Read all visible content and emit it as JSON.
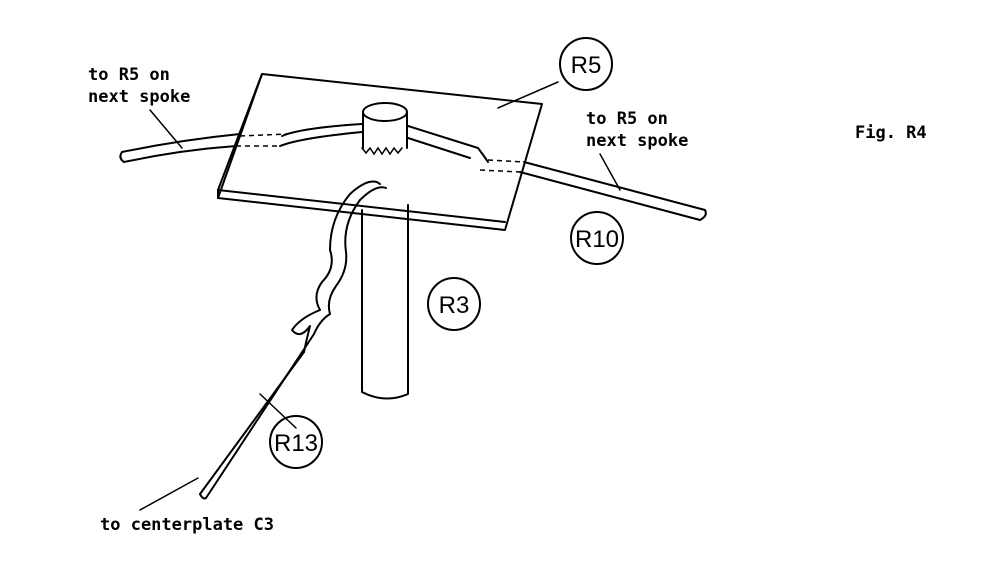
{
  "figure_label": "Fig. R4",
  "labels": {
    "left_wire_line1": "to R5 on",
    "left_wire_line2": "next spoke",
    "right_wire_line1": "to R5 on",
    "right_wire_line2": "next spoke",
    "bottom_wire": "to centerplate C3"
  },
  "callouts": {
    "plate": "R5",
    "spoke_wire": "R10",
    "post": "R3",
    "ground_wire": "R13"
  }
}
